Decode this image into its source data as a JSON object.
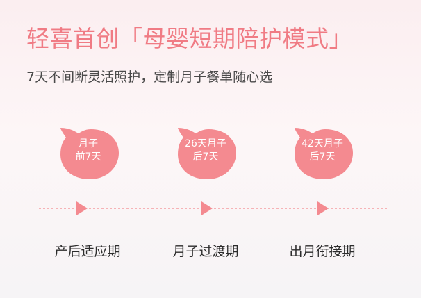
{
  "header": {
    "title": "轻喜首创「母婴短期陪护模式」",
    "subtitle": "7天不间断灵活照护，定制月子餐单随心选"
  },
  "colors": {
    "accent": "#f07b84",
    "bubble": "#f48a90",
    "subtitle_text": "#4a4a4a",
    "label_text": "#2c2c2c"
  },
  "stages": [
    {
      "bubble_line1": "月子",
      "bubble_line2": "前7天",
      "label": "产后适应期"
    },
    {
      "bubble_line1": "26天月子",
      "bubble_line2": "后7天",
      "label": "月子过渡期"
    },
    {
      "bubble_line1": "42天月子",
      "bubble_line2": "后7天",
      "label": "出月衔接期"
    }
  ]
}
